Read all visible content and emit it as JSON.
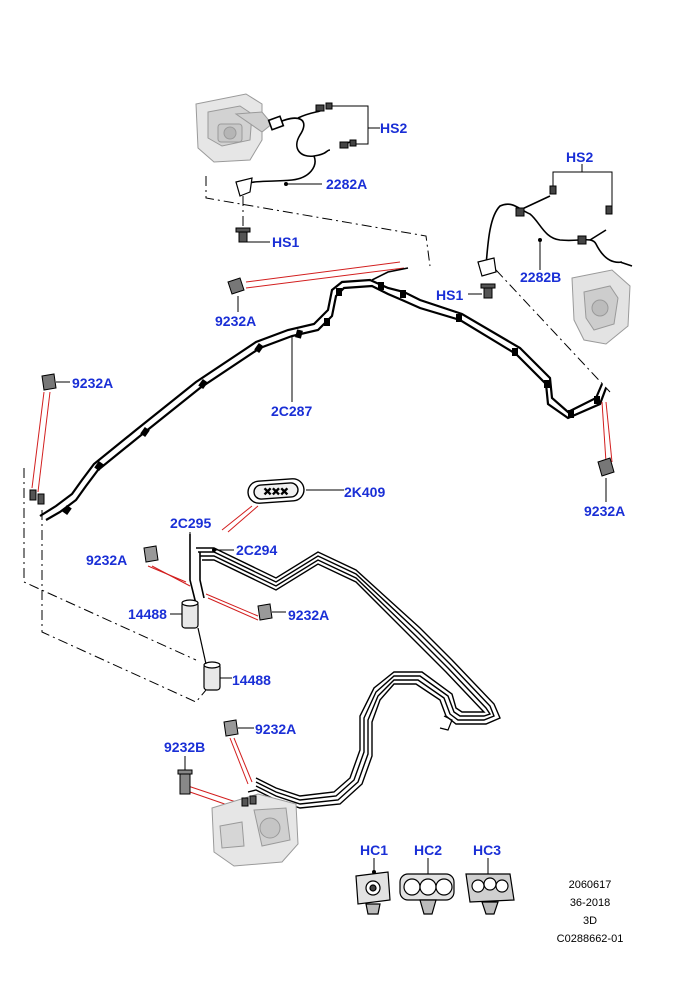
{
  "callouts": {
    "hs2_top": "HS2",
    "d2282a": "2282A",
    "hs1_top": "HS1",
    "c9232a_1": "9232A",
    "c9232a_2": "9232A",
    "c2c287": "2C287",
    "hs2_right": "HS2",
    "d2282b": "2282B",
    "hs1_right": "HS1",
    "c9232a_3": "9232A",
    "c2k409": "2K409",
    "c2c295": "2C295",
    "c2c294": "2C294",
    "c9232a_4": "9232A",
    "c14488_1": "14488",
    "c9232a_5": "9232A",
    "c14488_2": "14488",
    "c9232a_6": "9232A",
    "c9232b": "9232B",
    "hc1": "HC1",
    "hc2": "HC2",
    "hc3": "HC3"
  },
  "footer": {
    "line1": "2060617",
    "line2": "36-2018",
    "line3": "3D",
    "line4": "C0288662-01"
  },
  "colors": {
    "callout": "#1a2fd6",
    "leader_red": "#d21e1e",
    "line": "#000000",
    "component_gray": "#bdbdbd"
  }
}
